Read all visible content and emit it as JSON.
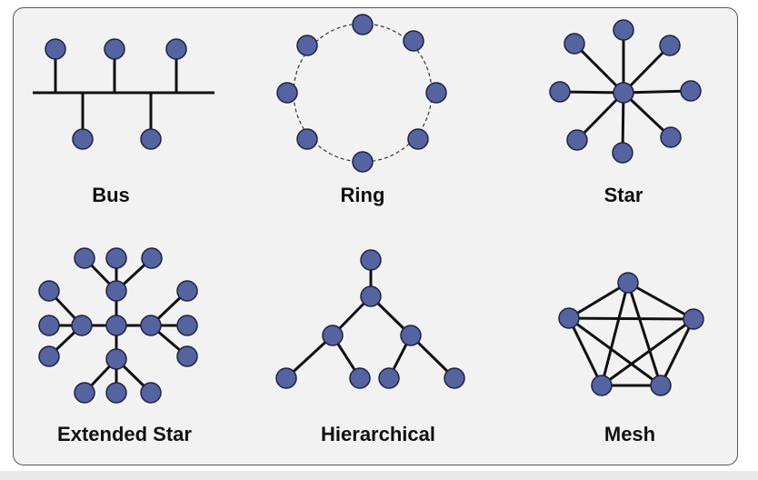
{
  "colors": {
    "node_fill": "#5563a0",
    "node_stroke": "#1d2340",
    "link": "#111111",
    "panel_bg": "#f2f2f2",
    "panel_border": "#555555"
  },
  "topologies": [
    {
      "key": "bus",
      "label": "Bus"
    },
    {
      "key": "ring",
      "label": "Ring"
    },
    {
      "key": "star",
      "label": "Star"
    },
    {
      "key": "extended_star",
      "label": "Extended Star"
    },
    {
      "key": "hierarchical",
      "label": "Hierarchical"
    },
    {
      "key": "mesh",
      "label": "Mesh"
    }
  ]
}
